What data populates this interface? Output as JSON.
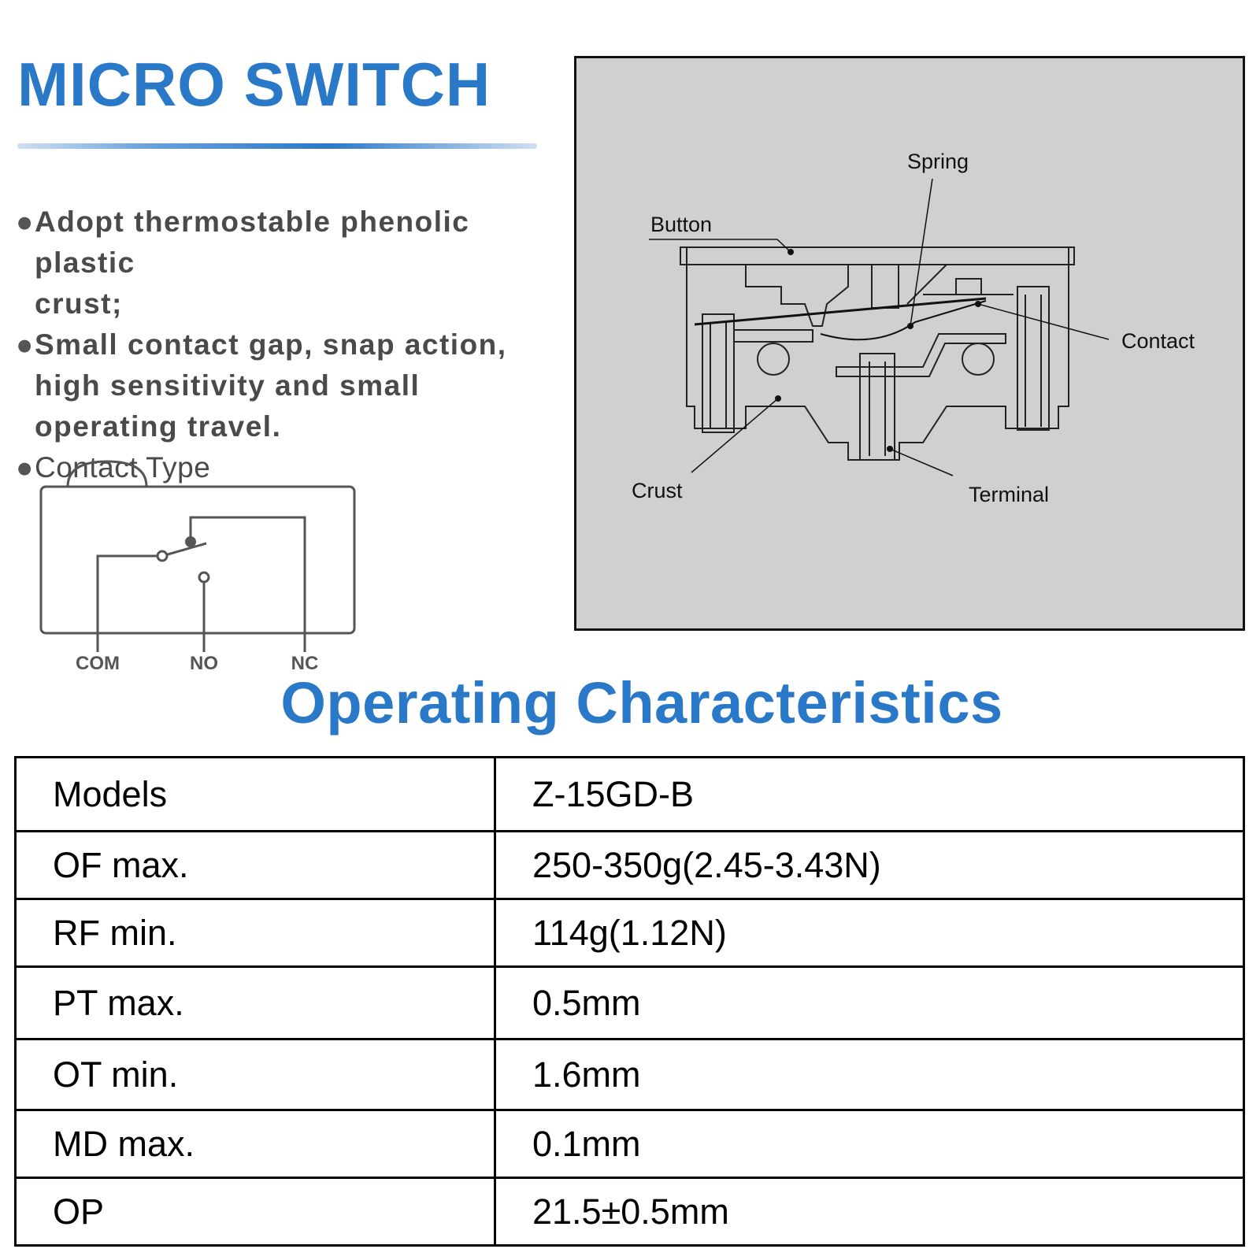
{
  "title": "MICRO SWITCH",
  "features": [
    {
      "bullet": "●",
      "lines": [
        "Adopt thermostable phenolic plastic",
        "crust;"
      ]
    },
    {
      "bullet": "●",
      "lines": [
        "Small contact gap, snap action,",
        "high sensitivity and small",
        "operating travel."
      ]
    },
    {
      "bullet": "●",
      "lines": [
        "Contact Type"
      ]
    }
  ],
  "contact_type": {
    "terminals": [
      "COM",
      "NO",
      "NC"
    ]
  },
  "structure": {
    "labels": {
      "spring": "Spring",
      "button": "Button",
      "contact": "Contact",
      "crust": "Crust",
      "terminal": "Terminal"
    }
  },
  "characteristics": {
    "heading": "Operating Characteristics",
    "rows": [
      {
        "label": "Models",
        "value": "Z-15GD-B"
      },
      {
        "label": "OF max.",
        "value": "250-350g(2.45-3.43N)"
      },
      {
        "label": "RF min.",
        "value": "114g(1.12N)"
      },
      {
        "label": "PT max.",
        "value": "0.5mm"
      },
      {
        "label": "OT min.",
        "value": "1.6mm"
      },
      {
        "label": "MD max.",
        "value": "0.1mm"
      },
      {
        "label": "OP",
        "value": "21.5±0.5mm"
      }
    ]
  },
  "colors": {
    "accent": "#2a78c8",
    "panel_background": "#d0d0d0"
  }
}
